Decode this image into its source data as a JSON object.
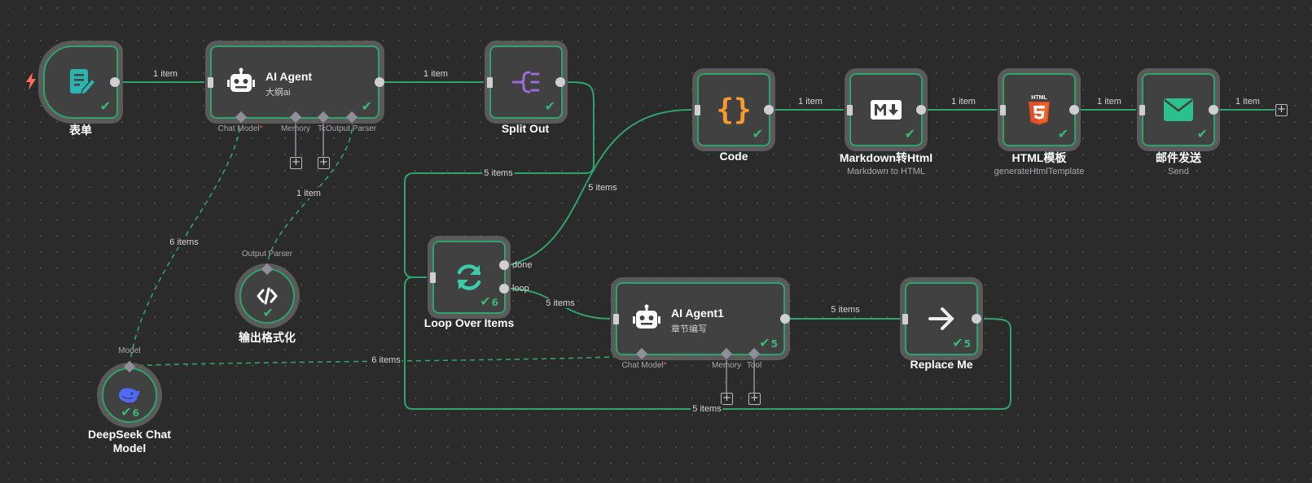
{
  "colors": {
    "connection": "#2fa36b",
    "node_bg": "#414141",
    "canvas": "#2b2b2b",
    "required": "#ff4d6a"
  },
  "trigger_icon": "lightning-bolt-icon",
  "nodes": {
    "form": {
      "title": "表单",
      "icon": "form-icon"
    },
    "ai_agent": {
      "title": "AI Agent",
      "subtitle": "大纲ai",
      "icon": "robot-icon",
      "handles": {
        "chat_model": "Chat Model",
        "memory": "Memory",
        "tool": "Tc",
        "output_parser": "Output Parser"
      }
    },
    "split_out": {
      "title": "Split Out",
      "icon": "split-icon"
    },
    "code": {
      "title": "Code",
      "icon": "braces-icon"
    },
    "markdown": {
      "title": "Markdown转Html",
      "subtitle": "Markdown to HTML",
      "icon": "markdown-icon"
    },
    "html_template": {
      "title": "HTML模板",
      "subtitle": "generateHtmlTemplate",
      "icon": "html5-icon",
      "badge": "HTML"
    },
    "email": {
      "title": "邮件发送",
      "subtitle": "Send",
      "icon": "envelope-icon"
    },
    "loop": {
      "title": "Loop Over Items",
      "count": "6",
      "icon": "refresh-icon",
      "ports": {
        "done": "done",
        "loop": "loop"
      }
    },
    "ai_agent1": {
      "title": "AI Agent1",
      "subtitle": "章节编写",
      "count": "5",
      "icon": "robot-icon",
      "handles": {
        "chat_model": "Chat Model",
        "memory": "Memory",
        "tool": "Tool"
      }
    },
    "replace_me": {
      "title": "Replace Me",
      "count": "5",
      "icon": "arrow-right-icon"
    },
    "output_parser": {
      "title": "输出格式化",
      "handle": "Output Parser",
      "icon": "code-icon"
    },
    "deepseek": {
      "title": "DeepSeek Chat Model",
      "handle": "Model",
      "count": "6",
      "icon": "deepseek-whale-icon"
    }
  },
  "edges": {
    "form_agent": "1 item",
    "agent_split": "1 item",
    "split_loop": "5 items",
    "parser_agent": "1 item",
    "deepseek_agent": "6 items",
    "done_code": "5 items",
    "code_md": "1 item",
    "md_html": "1 item",
    "html_email": "1 item",
    "email_end": "1 item",
    "loop_agent1": "5 items",
    "agent1_replace": "5 items",
    "deepseek_agent1": "6 items",
    "replace_loop": "5 items"
  }
}
